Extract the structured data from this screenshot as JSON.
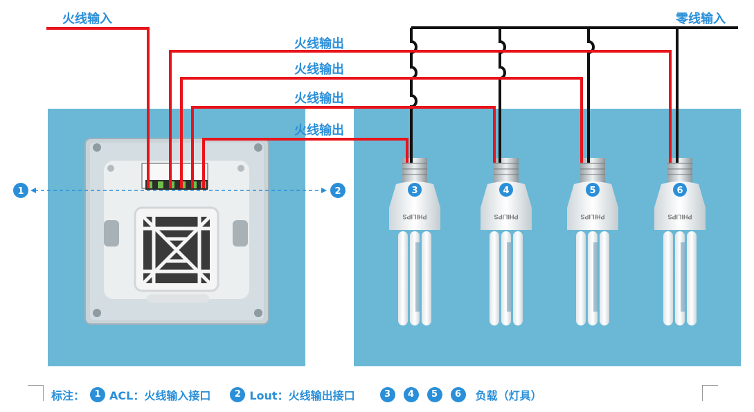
{
  "wires": {
    "live_in_label": "火线输入",
    "neutral_in_label": "零线输入",
    "live_out_labels": [
      "火线输出",
      "火线输出",
      "火线输出",
      "火线输出"
    ]
  },
  "markers": {
    "m1": "1",
    "m2": "2",
    "bulbs": [
      "3",
      "4",
      "5",
      "6"
    ]
  },
  "bulb_brand": "PHILIPS",
  "legend": {
    "prefix": "标注：",
    "item1_num": "1",
    "item1_text": "ACL：火线输入接口",
    "item2_num": "2",
    "item2_text": "Lout：火线输出接口",
    "load_nums": [
      "3",
      "4",
      "5",
      "6"
    ],
    "load_text": "负载（灯具）"
  },
  "colors": {
    "live": "#e8141b",
    "neutral": "#111111",
    "accent": "#2a8fd8",
    "panel": "#6bb8d6"
  }
}
